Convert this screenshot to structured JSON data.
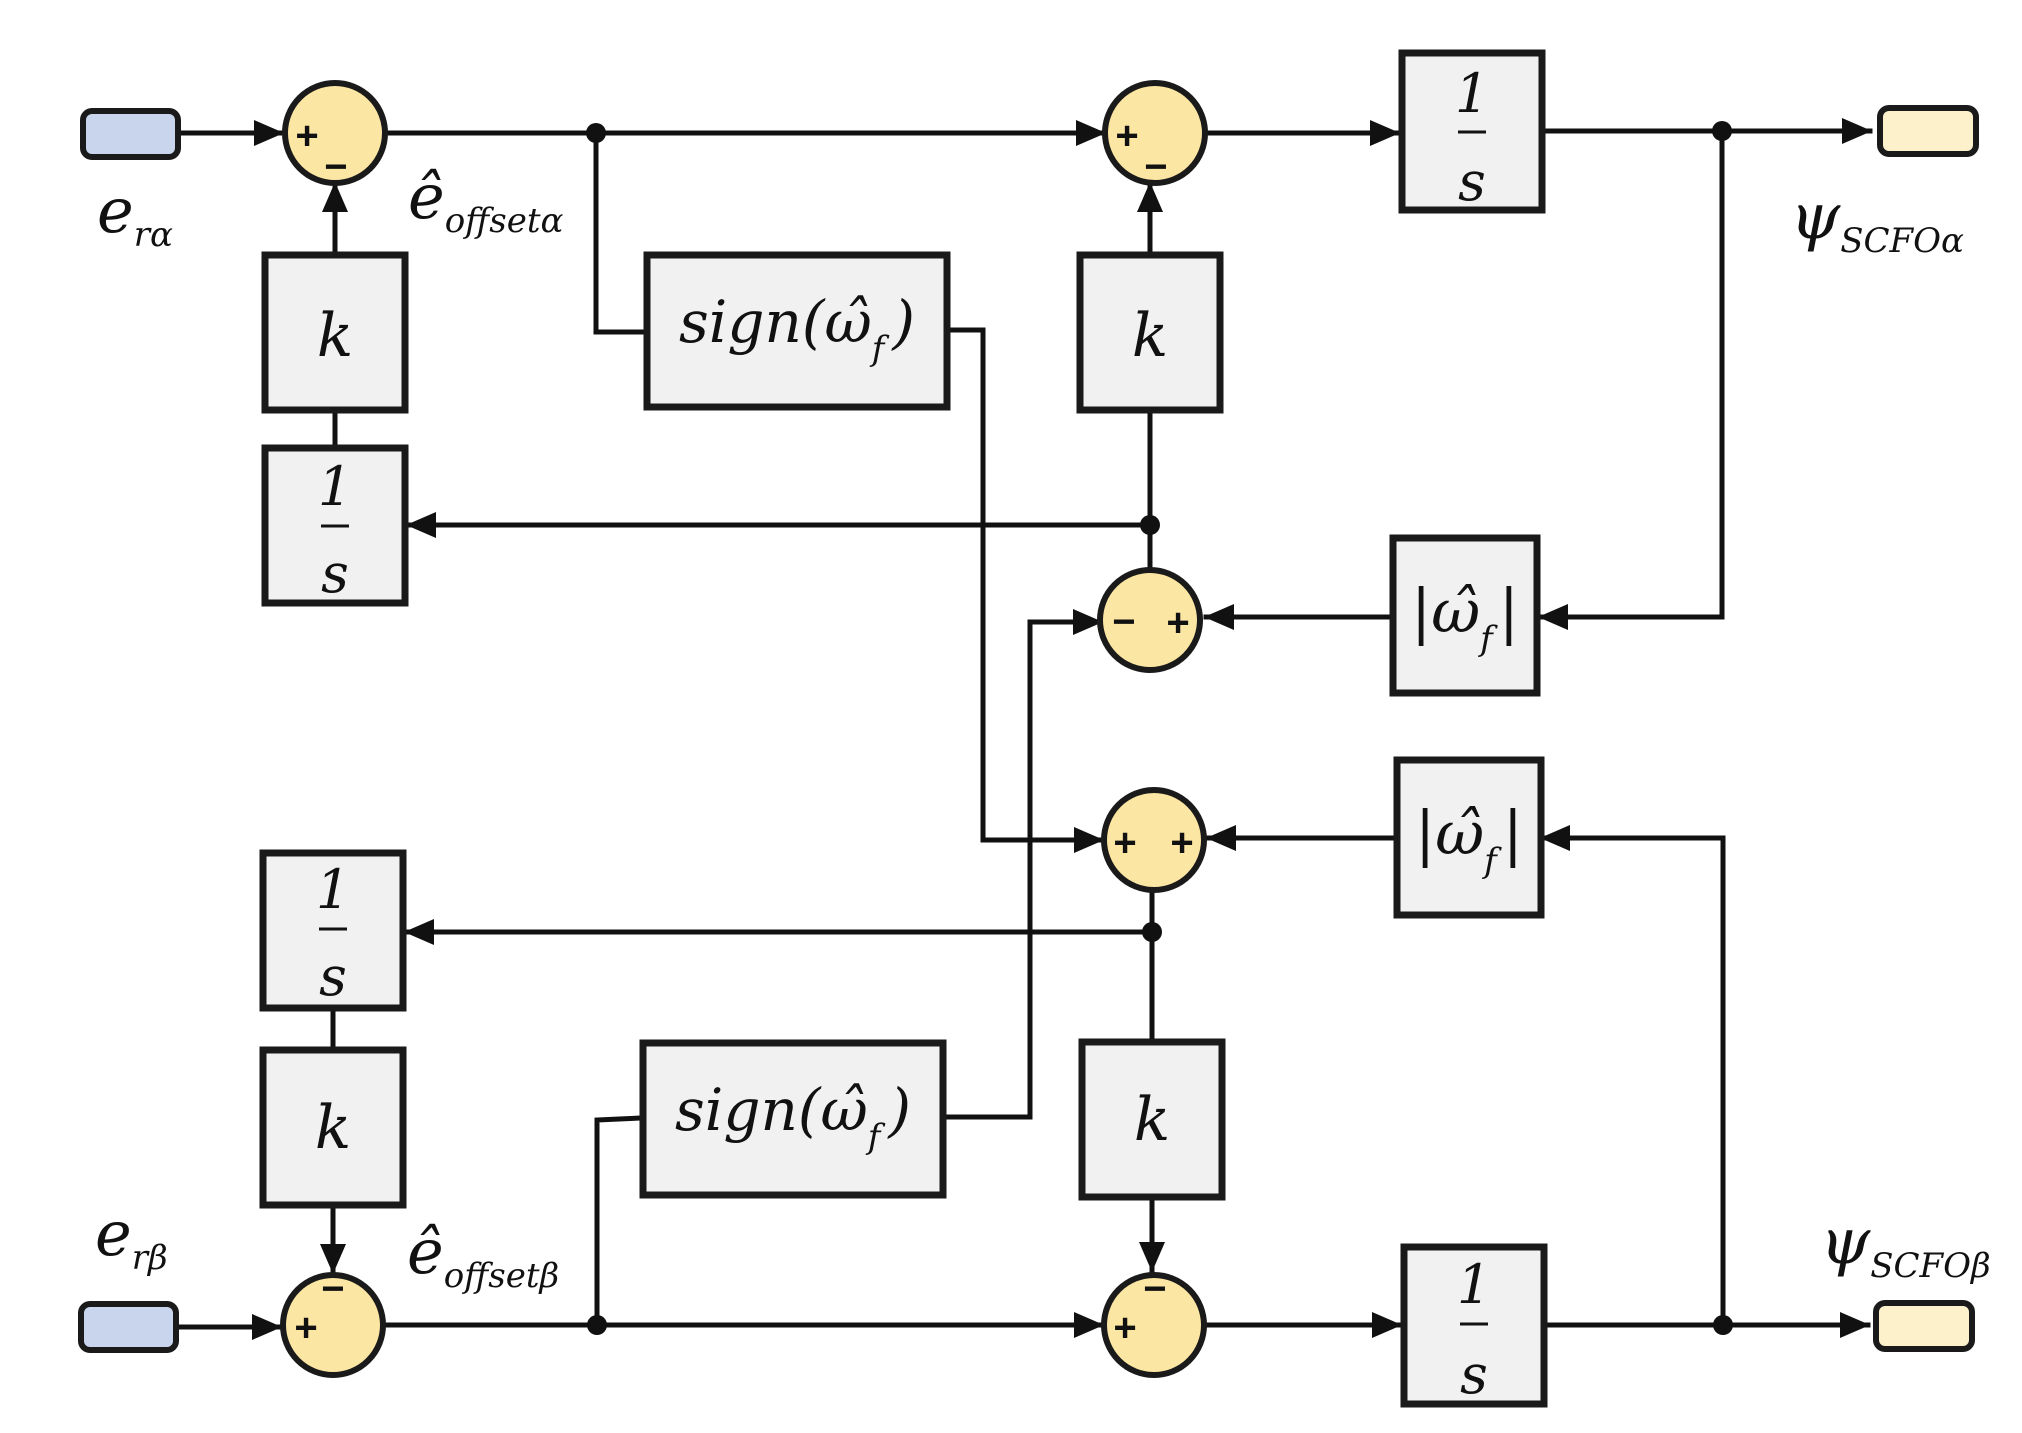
{
  "colors": {
    "input_port": "#c9d5ec",
    "output_port": "#fdf1cc",
    "summer": "#fce6a4",
    "block": "#f1f1f1"
  },
  "labels": {
    "e_ra": {
      "main": "e",
      "sub": "rα"
    },
    "e_rb": {
      "main": "e",
      "sub": "rβ"
    },
    "e_off_a": {
      "main": "ê",
      "sub": "offsetα"
    },
    "e_off_b": {
      "main": "ê",
      "sub": "offsetβ"
    },
    "psi_a": {
      "main": "ψ",
      "sub": "SCFOα"
    },
    "psi_b": {
      "main": "ψ",
      "sub": "SCFOβ"
    }
  },
  "blocks": {
    "gain": "k",
    "integrator_num": "1",
    "integrator_den": "s",
    "sign_pre": "sign(",
    "sign_post": ")",
    "omega": "ω̂",
    "omega_sub": "f",
    "abs_bar": "|"
  },
  "signs": {
    "plus": "+",
    "minus": "−"
  }
}
